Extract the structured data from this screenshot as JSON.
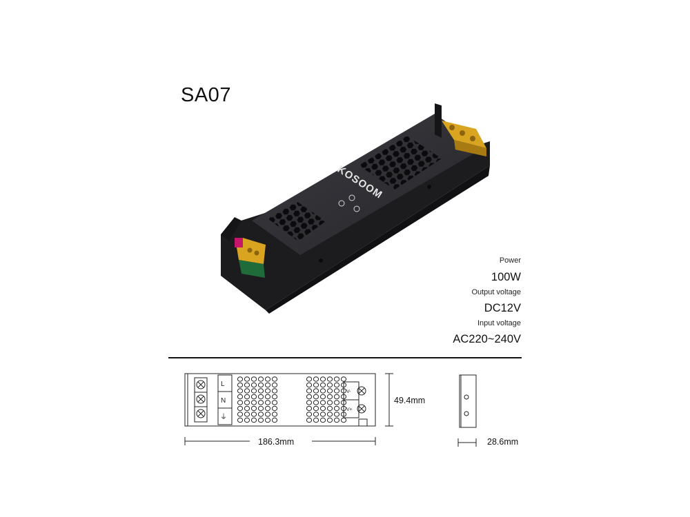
{
  "product": {
    "model": "SA07",
    "brand": "KOSOOM"
  },
  "specs": [
    {
      "label": "Power",
      "value": "100W"
    },
    {
      "label": "Output voltage",
      "value": "DC12V"
    },
    {
      "label": "Input voltage",
      "value": "AC220~240V"
    }
  ],
  "terminals": {
    "input_labels": [
      "L",
      "N",
      "⏚"
    ],
    "output_labels": [
      "V-",
      "V+"
    ]
  },
  "dimensions": {
    "length": "186.3mm",
    "height": "49.4mm",
    "depth": "28.6mm"
  },
  "colors": {
    "housing": "#2a2a2e",
    "terminal_block": "#d9a520",
    "terminal_cover": "#c4166b"
  }
}
